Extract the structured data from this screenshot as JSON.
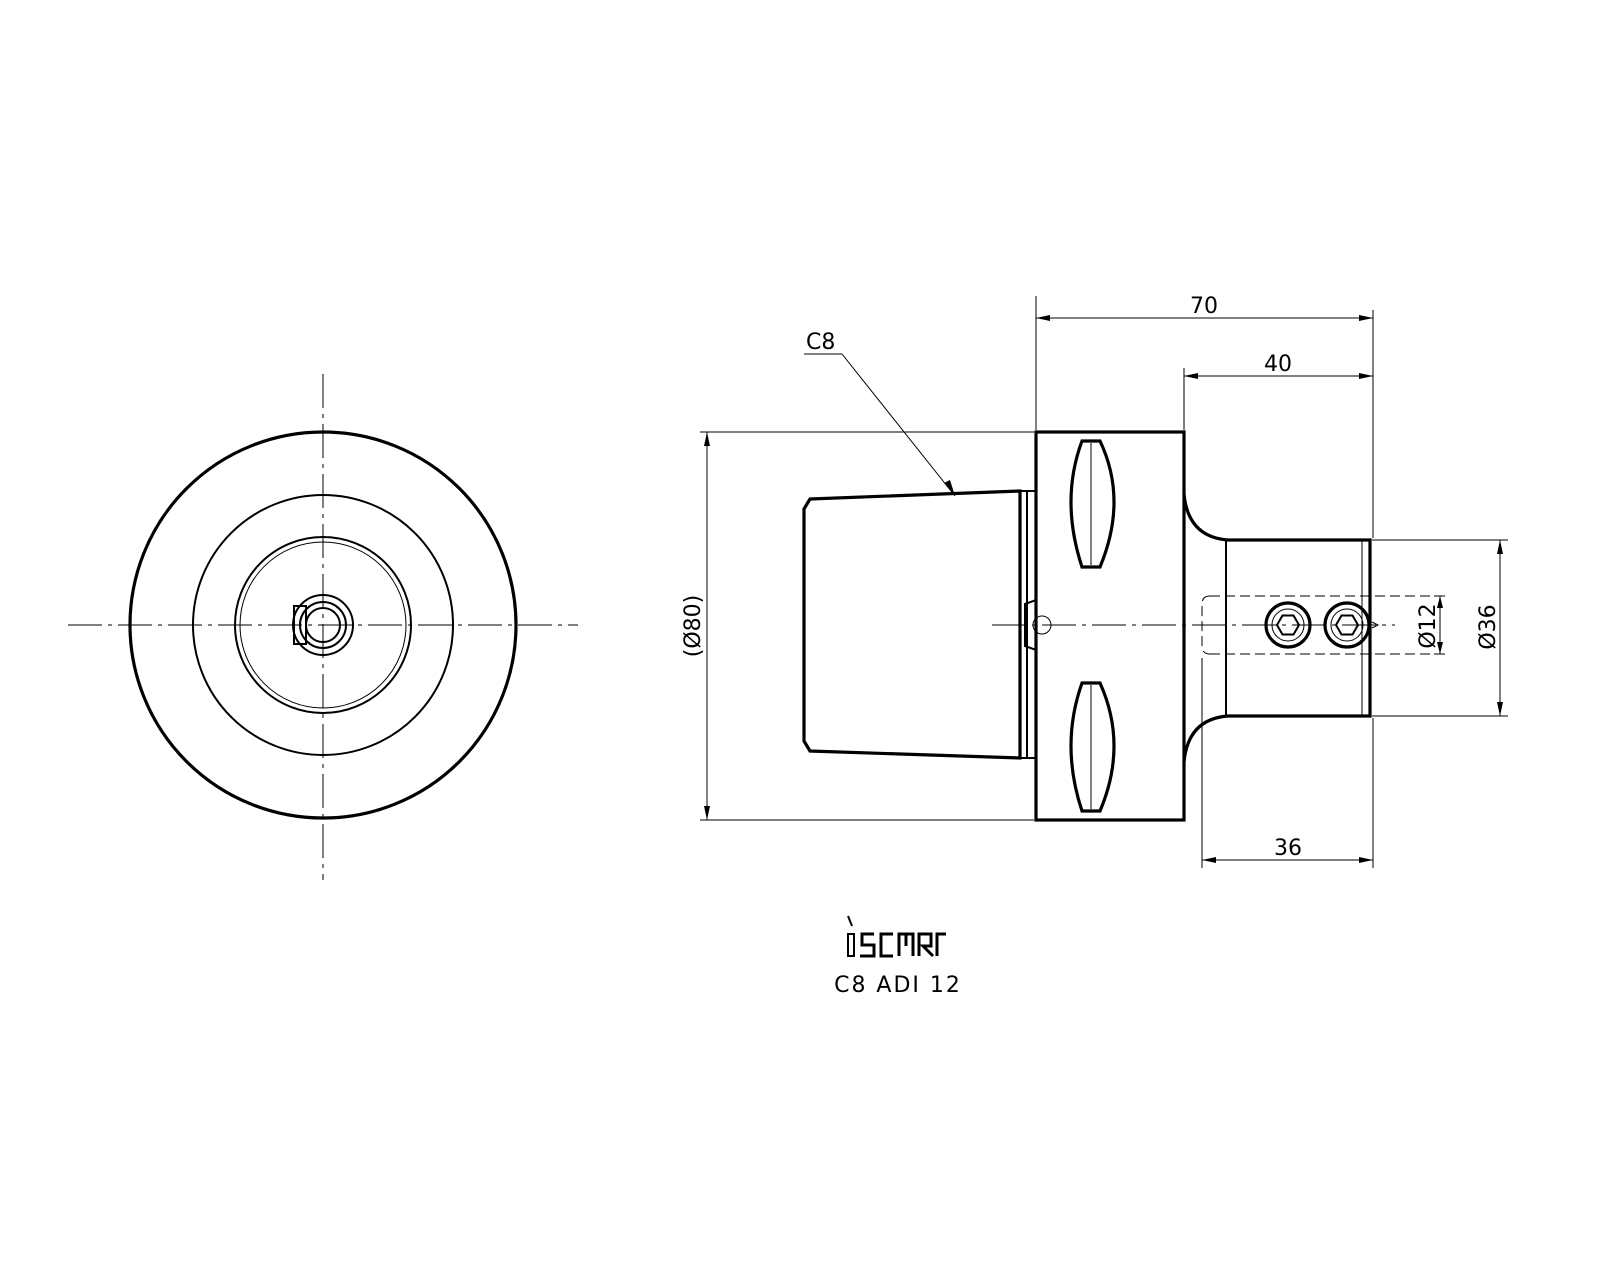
{
  "drawing": {
    "dimensions": {
      "overall_length": "70",
      "shank_length": "40",
      "clamp_length": "36",
      "flange_diameter": "(Ø80)",
      "bore_diameter": "Ø12",
      "shank_diameter": "Ø36"
    },
    "callout": {
      "interface_label": "C8"
    },
    "title_block": {
      "brand": "iscar",
      "part_number": "C8  ADI 12"
    }
  }
}
